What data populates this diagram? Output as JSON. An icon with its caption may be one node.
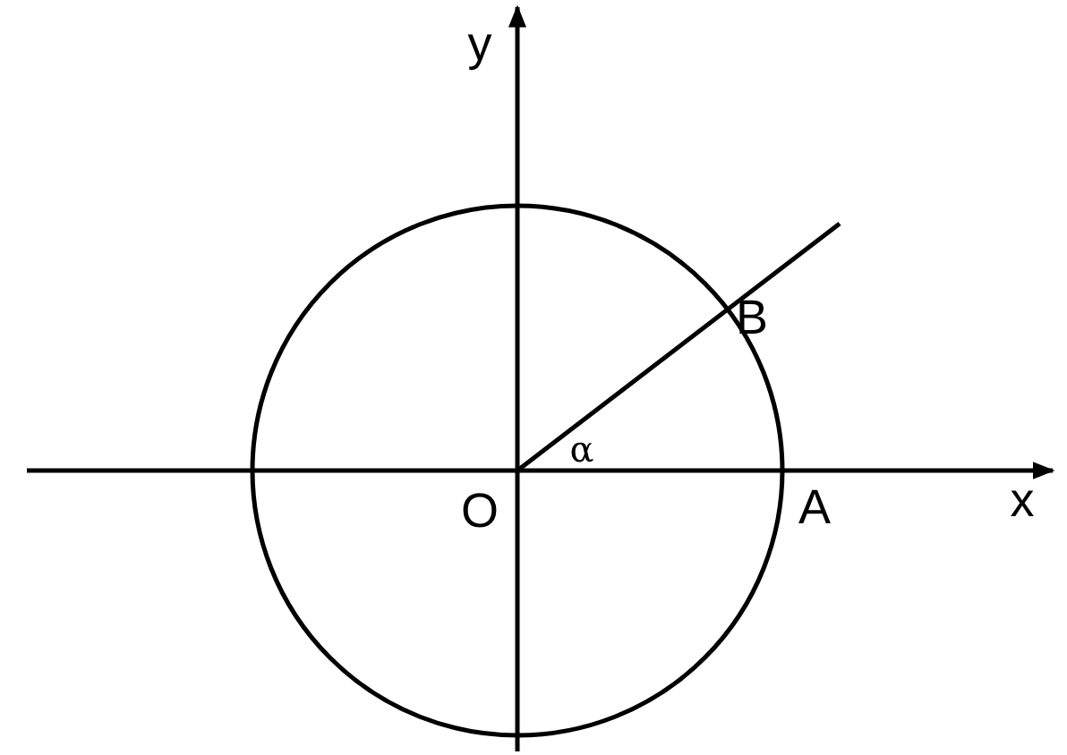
{
  "diagram": {
    "labels": [
      "y",
      "B",
      "α",
      "O",
      "A",
      "x"
    ]
  }
}
